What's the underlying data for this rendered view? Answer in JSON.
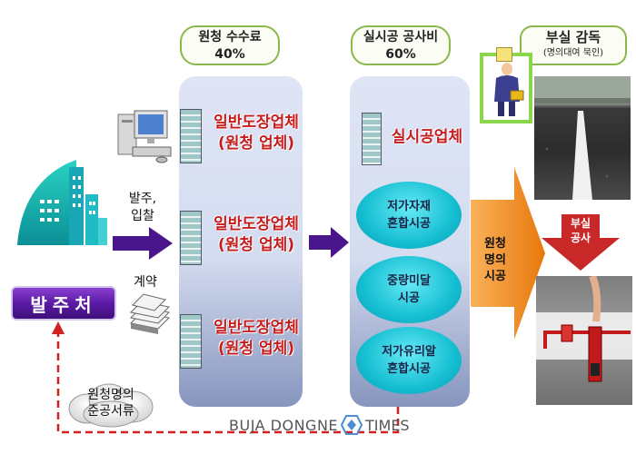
{
  "header": {
    "commission_title": "원청 수수료",
    "commission_pct": "40%",
    "construction_title": "실시공 공사비",
    "construction_pct": "60%",
    "poor_title": "부실 감독",
    "poor_sub": "(명의대여 묵인)"
  },
  "orderer": {
    "label": "발주처",
    "bid_line1": "발주,",
    "bid_line2": "입찰",
    "contract": "계약"
  },
  "left_panel": {
    "items": [
      {
        "line1": "일반도장업체",
        "line2": "(원청 업체)"
      },
      {
        "line1": "일반도장업체",
        "line2": "(원청 업체)"
      },
      {
        "line1": "일반도장업체",
        "line2": "(원청 업체)"
      }
    ]
  },
  "right_panel": {
    "title": "실시공업체",
    "ovals": [
      {
        "line1": "저가자재",
        "line2": "혼합시공"
      },
      {
        "line1": "중량미달",
        "line2": "시공"
      },
      {
        "line1": "저가유리알",
        "line2": "혼합시공"
      }
    ]
  },
  "big_arrow": {
    "line1": "원청",
    "line2": "명의",
    "line3": "시공"
  },
  "down_arrow": {
    "line1": "부실",
    "line2": "공사"
  },
  "cloud": {
    "line1": "원청명의",
    "line2": "준공서류"
  },
  "watermark": {
    "left": "BUJA DONGNE",
    "right": "TIMES"
  },
  "colors": {
    "red": "#c61c1c",
    "orange": "#f08a14",
    "purple": "#4a168c",
    "teal": "#16bfd2",
    "green_border": "#8bb84a"
  }
}
